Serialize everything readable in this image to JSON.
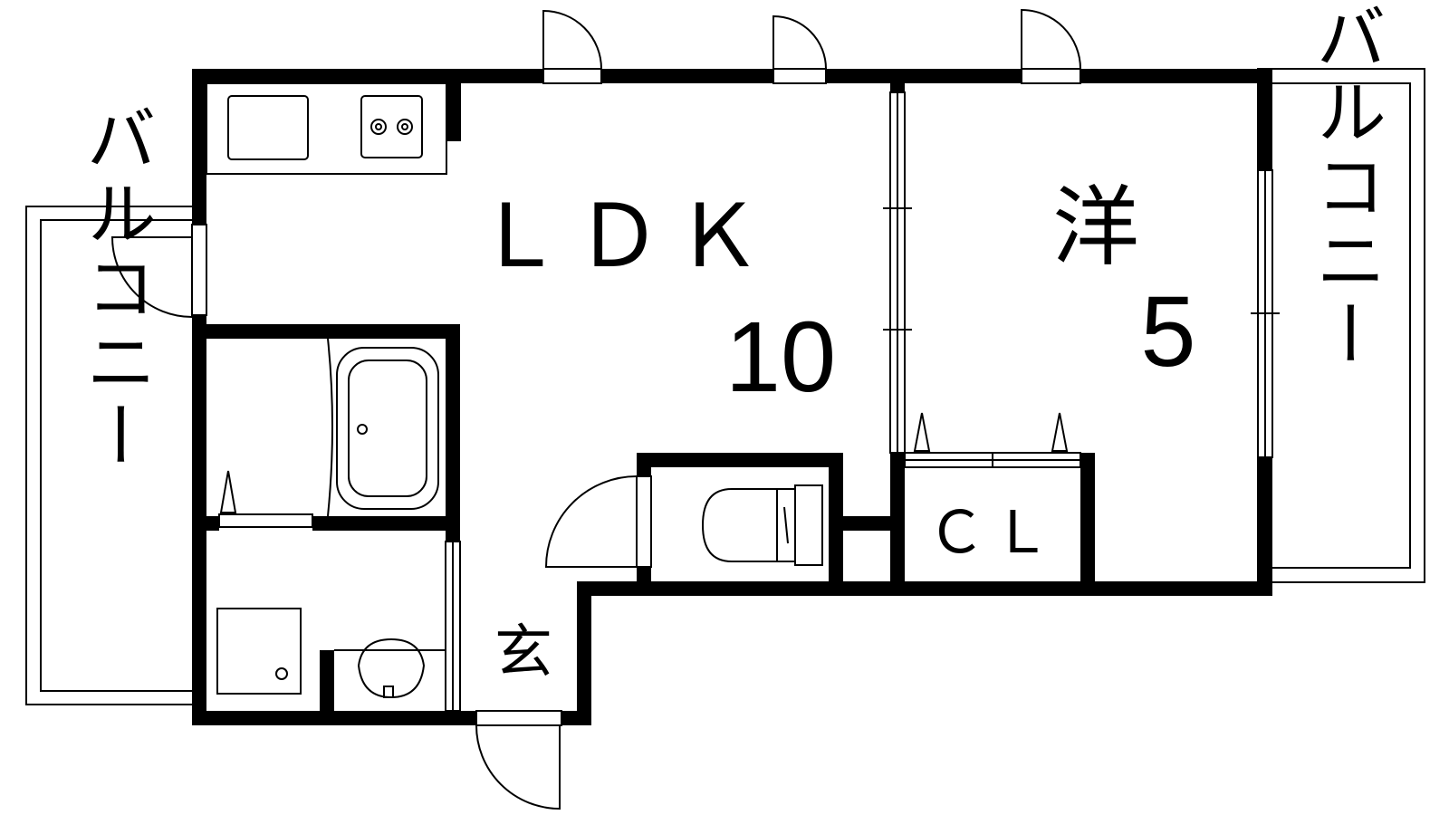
{
  "rooms": {
    "ldk_label": "ＬＤＫ",
    "ldk_size": "10",
    "western_label": "洋",
    "western_size": "5",
    "closet_label": "ＣＬ",
    "entrance_label": "玄"
  },
  "balconies": {
    "left_label": "バルコニー",
    "right_label": "バルコニー"
  },
  "colors": {
    "wall": "#000000",
    "background": "#ffffff"
  }
}
